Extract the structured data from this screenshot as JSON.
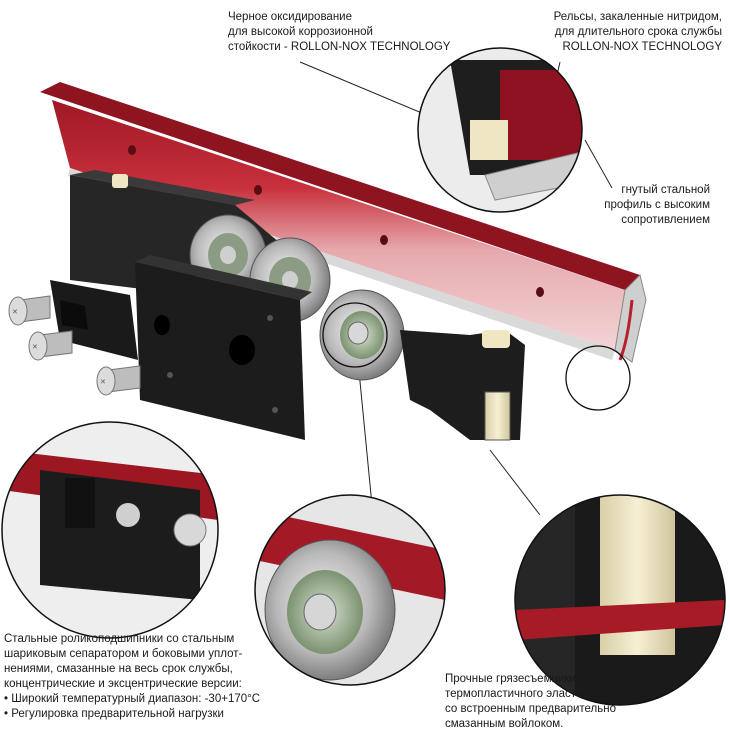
{
  "callouts": {
    "oxidation": {
      "lines": [
        "Черное оксидирование",
        "для высокой коррозионной",
        "стойкости - ROLLON-NOX TECHNOLOGY"
      ]
    },
    "rails": {
      "lines": [
        "Рельсы, закаленные нитридом,",
        "для длительного срока службы",
        "ROLLON-NOX TECHNOLOGY"
      ]
    },
    "profile": {
      "lines": [
        "гнутый стальной",
        "профиль с высоким",
        "сопротивлением"
      ]
    },
    "bearings": {
      "lines": [
        "Стальные роликоподшипники со стальным",
        "шариковым сепаратором и боковыми уплот-",
        "нениями, смазанные на весь срок службы,",
        "концентрические и эксцентрические версии:",
        "• Широкий температурный диапазон: -30+170°C",
        "• Регулировка предварительной нагрузки"
      ]
    },
    "wipers": {
      "lines": [
        "Прочные грязесъемники из",
        "термопластичного эластомера",
        "со встроенным предварительно",
        "смазанным войлоком."
      ]
    }
  },
  "colors": {
    "rail_red": "#b81f2d",
    "rail_red_light": "#e8b4b8",
    "steel": "#c9c9c9",
    "body_black": "#1c1c1c",
    "felt": "#efe6c4"
  }
}
